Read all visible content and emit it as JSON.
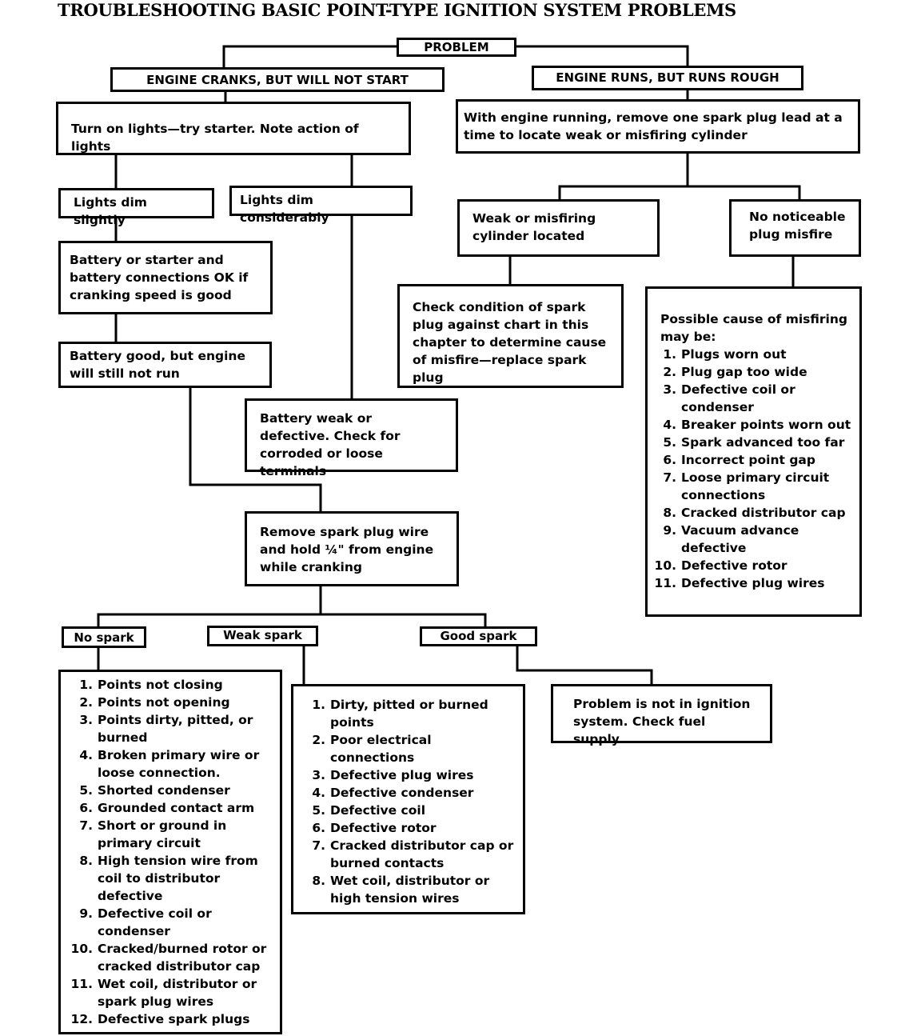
{
  "title": "TROUBLESHOOTING BASIC POINT-TYPE IGNITION SYSTEM PROBLEMS",
  "nodes": {
    "problem": "PROBLEM",
    "no_start": "ENGINE CRANKS, BUT WILL NOT START",
    "runs_rough": "ENGINE RUNS, BUT RUNS ROUGH",
    "turn_on_lights": "Turn on lights—try starter. Note action of lights",
    "remove_lead": "With engine running, remove one spark plug lead at a time to locate weak or misfiring cylinder",
    "lights_dim_slightly": "Lights dim slightly",
    "lights_dim_considerably": "Lights dim considerably",
    "weak_cylinder": "Weak or misfiring cylinder located",
    "no_misfire": "No noticeable plug misfire",
    "battery_ok": "Battery or starter and battery connections OK if cranking speed is good",
    "check_plug": "Check condition of spark plug against chart in this chapter to determine cause of misfire—replace spark plug",
    "misfire_intro": "Possible cause of misfiring may be:",
    "battery_good": "Battery good, but engine will still not run",
    "battery_weak": "Battery weak or defective. Check for corroded or loose terminals",
    "remove_wire": "Remove spark plug wire and hold ¼\" from engine while cranking",
    "no_spark": "No spark",
    "weak_spark": "Weak spark",
    "good_spark": "Good spark",
    "not_ignition": "Problem is not in ignition system. Check fuel supply."
  },
  "misfire_causes": [
    {
      "n": "1.",
      "text": "Plugs worn out"
    },
    {
      "n": "2.",
      "text": "Plug gap too wide"
    },
    {
      "n": "3.",
      "text": "Defective coil or condenser"
    },
    {
      "n": "4.",
      "text": "Breaker points worn out"
    },
    {
      "n": "5.",
      "text": "Spark advanced too far"
    },
    {
      "n": "6.",
      "text": "Incorrect point gap"
    },
    {
      "n": "7.",
      "text": "Loose primary circuit connections"
    },
    {
      "n": "8.",
      "text": "Cracked distributor cap"
    },
    {
      "n": "9.",
      "text": "Vacuum advance defective"
    },
    {
      "n": "10.",
      "text": "Defective rotor"
    },
    {
      "n": "11.",
      "text": "Defective plug wires"
    }
  ],
  "no_spark_causes": [
    {
      "n": "1.",
      "text": "Points not closing"
    },
    {
      "n": "2.",
      "text": "Points not opening"
    },
    {
      "n": "3.",
      "text": "Points dirty, pitted, or burned"
    },
    {
      "n": "4.",
      "text": "Broken primary wire or loose connection."
    },
    {
      "n": "5.",
      "text": "Shorted condenser"
    },
    {
      "n": "6.",
      "text": "Grounded contact arm"
    },
    {
      "n": "7.",
      "text": "Short or ground in primary circuit"
    },
    {
      "n": "8.",
      "text": "High tension wire from coil to distributor defective"
    },
    {
      "n": "9.",
      "text": "Defective coil or condenser"
    },
    {
      "n": "10.",
      "text": "Cracked/burned rotor or cracked distributor cap"
    },
    {
      "n": "11.",
      "text": "Wet coil, distributor or spark plug wires"
    },
    {
      "n": "12.",
      "text": "Defective spark plugs"
    }
  ],
  "weak_spark_causes": [
    {
      "n": "1.",
      "text": "Dirty, pitted or burned points"
    },
    {
      "n": "2.",
      "text": "Poor electrical connections"
    },
    {
      "n": "3.",
      "text": "Defective plug wires"
    },
    {
      "n": "4.",
      "text": "Defective condenser"
    },
    {
      "n": "5.",
      "text": "Defective coil"
    },
    {
      "n": "6.",
      "text": "Defective rotor"
    },
    {
      "n": "7.",
      "text": "Cracked distributor cap or burned contacts"
    },
    {
      "n": "8.",
      "text": "Wet coil, distributor or high tension wires"
    }
  ]
}
